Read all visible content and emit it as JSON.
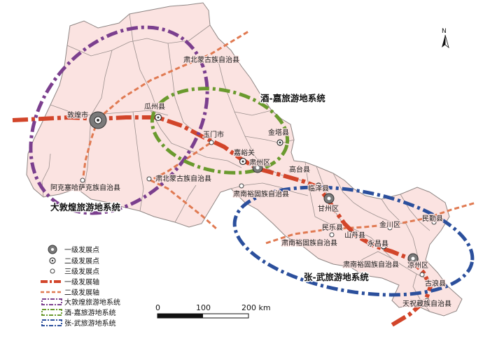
{
  "map": {
    "systems": {
      "dunhuang": "大敦煌旅游地系统",
      "jiujia": "酒-嘉旅游地系统",
      "zhangwu": "张-武旅游地系统"
    },
    "places": {
      "subei_top": "肃北蒙古族自治县",
      "dunhuang": "敦煌市",
      "guazhou": "瓜州县",
      "yumen": "玉门市",
      "jinta": "金塔县",
      "jiayuguan": "嘉峪关",
      "suzhou": "肃州区",
      "gaotai": "高台县",
      "linze": "临泽县",
      "ganzhou": "甘州区",
      "akesai": "阿克塞哈萨克族自治县",
      "subei_bottom": "肃北蒙古族自治县",
      "sunan_west": "肃南裕固族自治县",
      "minle": "民乐县",
      "shandan": "山丹县",
      "jinchuan": "金川区",
      "minqin": "民勤县",
      "sunan_east": "肃南裕固族自治县",
      "yongchang": "永昌县",
      "sunan_south": "肃南裕固族自治县",
      "liangzhou": "凉州区",
      "gulang": "古浪县",
      "tianzhu": "天祝藏族自治县"
    },
    "legend": {
      "level1_point": "一级发展点",
      "level2_point": "二级发展点",
      "level3_point": "三级发展点",
      "level1_axis": "一级发展轴",
      "level2_axis": "二级发展轴",
      "sys_dunhuang": "大敦煌旅游地系统",
      "sys_jiujia": "酒-嘉旅游地系统",
      "sys_zhangwu": "张-武旅游地系统"
    },
    "scale": {
      "tick0": "0",
      "tick1": "100",
      "tick2": "200 km"
    },
    "north_label": "N",
    "colors": {
      "land": "#fbe3e1",
      "border": "#9a8f8d",
      "axis_primary": "#d2452a",
      "axis_secondary": "#e07a52",
      "sys_dunhuang": "#7b3f8e",
      "sys_jiujia": "#6a9a2e",
      "sys_zhangwu": "#2b4f9c"
    }
  }
}
